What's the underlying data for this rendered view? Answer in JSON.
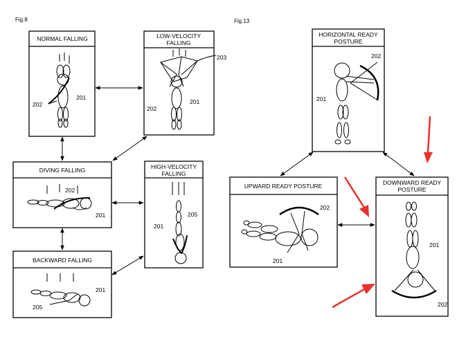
{
  "fig8": {
    "label": "Fig.8",
    "boxes": {
      "normal": "NORMAL FALLING",
      "low_l1": "LOW-VELOCITY",
      "low_l2": "FALLING",
      "diving": "DIVING FALLING",
      "high_l1": "HIGH-VELOCITY",
      "high_l2": "FALLING",
      "backward": "BACKWARD FALLING"
    },
    "refs": {
      "normal_202": "202",
      "normal_201": "201",
      "low_203": "203",
      "low_202": "202",
      "low_201": "201",
      "diving_202": "202",
      "diving_201": "201",
      "high_201": "201",
      "high_205": "205",
      "back_201": "201",
      "back_205": "205"
    }
  },
  "fig13": {
    "label": "Fig.13",
    "boxes": {
      "horizontal_l1": "HORIZONTAL READY",
      "horizontal_l2": "POSTURE",
      "upward": "UPWARD READY POSTURE",
      "downward_l1": "DOWNWARD READY",
      "downward_l2": "POSTURE"
    },
    "refs": {
      "hor_202": "202",
      "hor_201": "201",
      "up_202": "202",
      "up_201": "201",
      "down_201": "201",
      "down_202": "202"
    }
  },
  "annotations": {
    "arrow_color": "#e8312a"
  }
}
